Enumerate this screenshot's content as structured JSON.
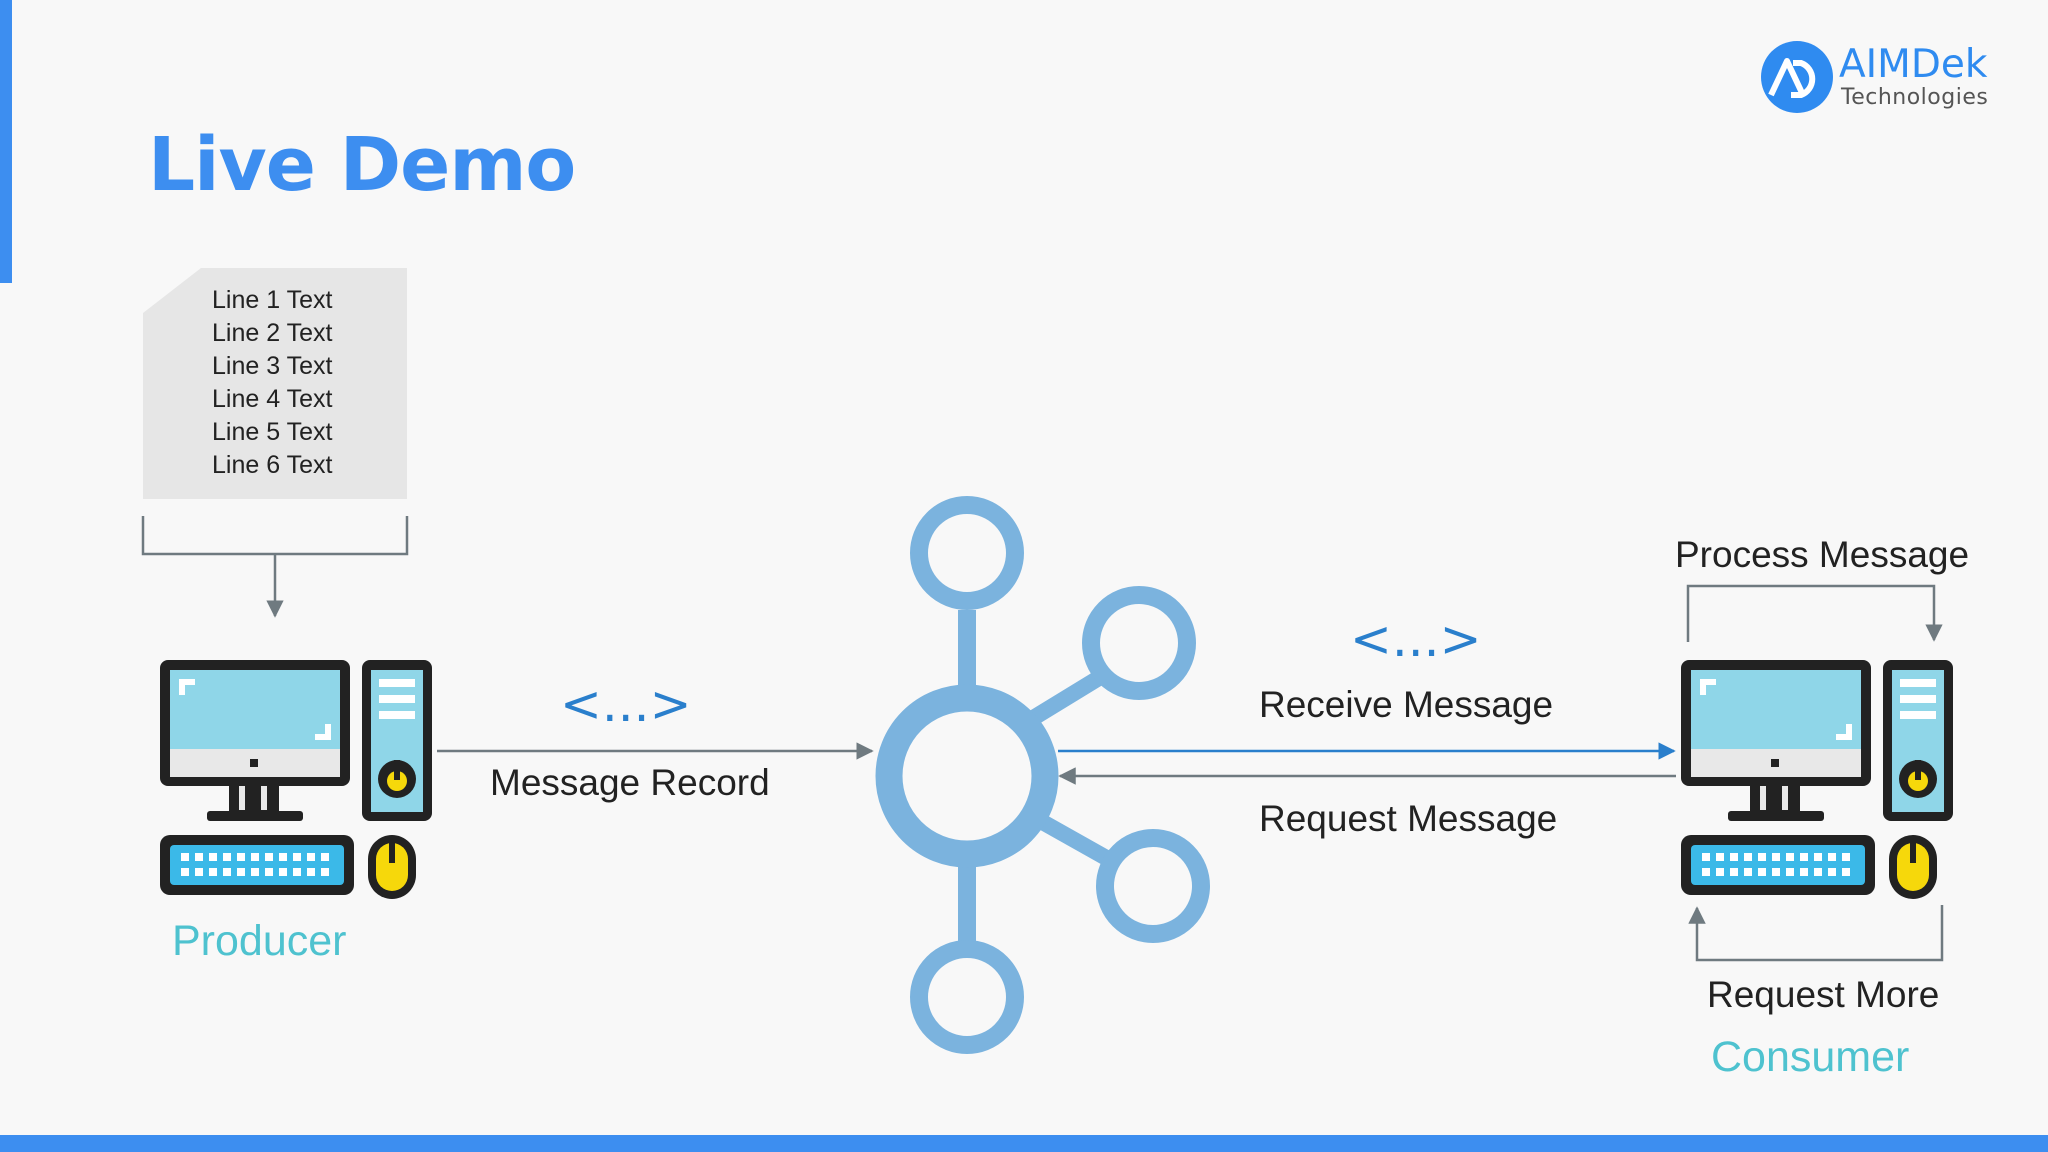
{
  "slide": {
    "title": "Live Demo",
    "accent_color": "#3d8ef0"
  },
  "logo": {
    "name": "AIMDek",
    "subtitle": "Technologies",
    "icon": "aimdek-logo-icon"
  },
  "document": {
    "lines": [
      "Line 1 Text",
      "Line 2 Text",
      "Line 3 Text",
      "Line 4 Text",
      "Line 5 Text",
      "Line 6 Text"
    ]
  },
  "producer": {
    "label": "Producer",
    "icon": "computer-icon",
    "message_code": "<...>",
    "message_label": "Message Record"
  },
  "broker": {
    "icon": "hub-network-icon",
    "color": "#7bb3de"
  },
  "consumer": {
    "label": "Consumer",
    "icon": "computer-icon",
    "process_label": "Process Message",
    "receive_code": "<...>",
    "receive_label": "Receive Message",
    "request_label": "Request Message",
    "request_more_label": "Request More"
  }
}
